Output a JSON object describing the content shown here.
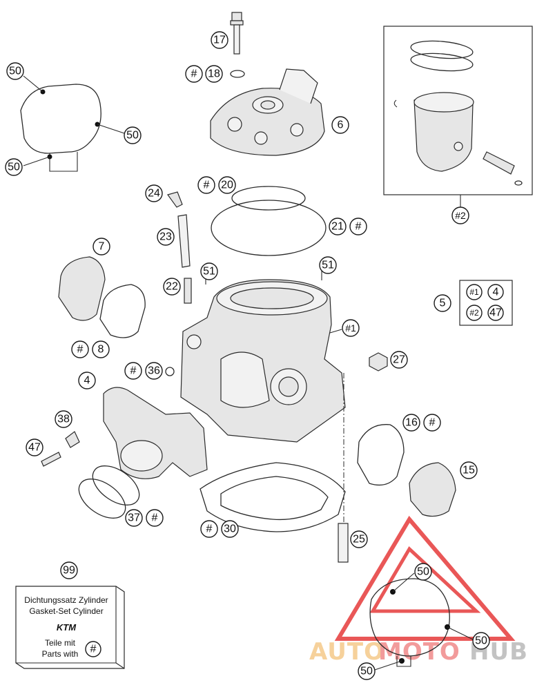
{
  "callouts": {
    "c17": "17",
    "c18": "18",
    "c6": "6",
    "c50a": "50",
    "c50b": "50",
    "c50c": "50",
    "c24": "24",
    "c20": "20",
    "c21": "21",
    "c23": "23",
    "c7": "7",
    "c22": "22",
    "c51a": "51",
    "c51b": "51",
    "c1": "#1",
    "c8": "8",
    "c36": "36",
    "c4": "4",
    "c27": "27",
    "c38": "38",
    "c16": "16",
    "c47": "47",
    "c15": "15",
    "c37": "37",
    "c30": "30",
    "c25": "25",
    "c99": "99",
    "c2": "#2",
    "c5": "5",
    "c50d": "50",
    "c50e": "50",
    "c50f": "50"
  },
  "hash_symbol": "#",
  "set_box": {
    "r1_ref": "#1",
    "r1_val": "4",
    "r2_ref": "#2",
    "r2_val": "47"
  },
  "gasket_box": {
    "line1": "Dichtungssatz Zylinder",
    "line2": "Gasket-Set Cylinder",
    "logo": "KTM",
    "line3": "Teile mit",
    "line4": "Parts with"
  },
  "watermark": {
    "part1": "AUTO",
    "part2": "MOTO",
    "part3": "HUB",
    "color_auto": "#f5c98a",
    "color_moto": "#f08a8a",
    "color_hub": "#b9b9b9",
    "triangle_color": "#e63a3a"
  }
}
